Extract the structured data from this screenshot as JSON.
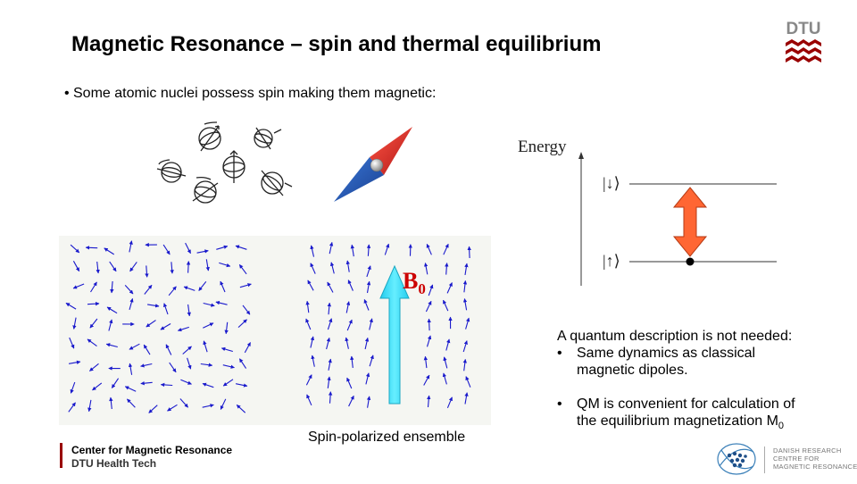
{
  "slide": {
    "title": "Magnetic Resonance – spin and thermal equilibrium",
    "bullet": "Some atomic nuclei possess spin making them magnetic:",
    "ensemble_caption": "Spin-polarized ensemble",
    "field_label": "B",
    "field_subscript": "0",
    "energy_diagram": {
      "axis_label": "Energy",
      "upper_level": "|↓⟩",
      "lower_level": "|↑⟩"
    },
    "qm_text": {
      "intro": "A quantum description is not needed:",
      "point1_line1": "Same dynamics as classical",
      "point1_line2": "magnetic dipoles.",
      "point2_line1": "QM is convenient for calculation of",
      "point2_line2": "the equilibrium magnetization M",
      "point2_sub": "0",
      "bullet_char": "•"
    }
  },
  "footer": {
    "center": "Center for Magnetic Resonance",
    "department": "DTU Health Tech",
    "partner_line1": "DANISH RESEARCH",
    "partner_line2": "CENTRE FOR",
    "partner_line3": "MAGNETIC RESONANCE"
  },
  "logo": {
    "text": "DTU",
    "color": "#990000"
  },
  "colors": {
    "arrows": "#1a1acc",
    "field_arrow": "#33ddee",
    "energy_arrow": "#ff6633",
    "accent": "#990000",
    "field_label": "#cc0000"
  }
}
